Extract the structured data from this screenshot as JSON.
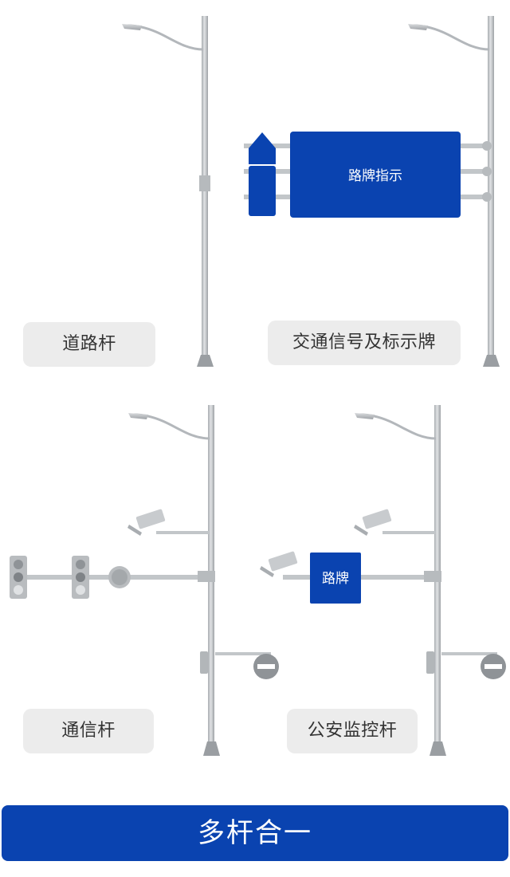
{
  "panels": {
    "road_pole": {
      "label": "道路杆"
    },
    "traffic_signal_pole": {
      "label": "交通信号及标示牌",
      "sign_text": "路牌指示"
    },
    "communication_pole": {
      "label": "通信杆"
    },
    "security_pole": {
      "label": "公安监控杆",
      "sign_text": "路牌"
    }
  },
  "banner": {
    "text": "多杆合一"
  },
  "colors": {
    "sign_blue": "#0a43b0",
    "pole_gray": "#c8cbce",
    "pill_gray": "#ececec",
    "banner_blue": "#0a43b0"
  }
}
